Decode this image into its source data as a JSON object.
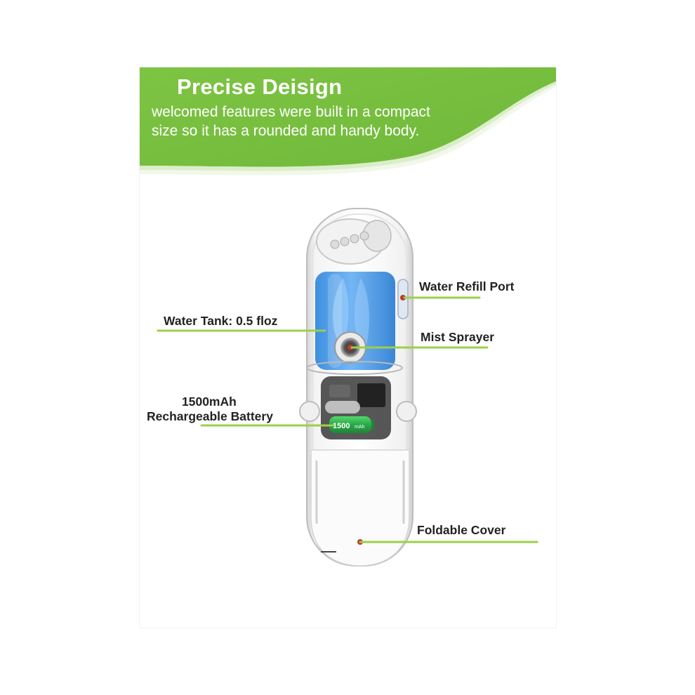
{
  "banner": {
    "title": "Precise Deisign",
    "body": "welcomed features were built in a compact size so it has a rounded and handy body.",
    "color": "#7cc142"
  },
  "callouts": {
    "water_refill_port": "Water Refill Port",
    "water_tank": "Water Tank: 0.5 floz",
    "mist_sprayer": "Mist Sprayer",
    "battery_capacity": "1500mAh",
    "battery_label": "Rechargeable Battery",
    "foldable_cover": "Foldable Cover"
  },
  "battery_print": {
    "capacity": "1500",
    "unit": "mAh"
  },
  "colors": {
    "banner_green": "#7cc142",
    "tank_blue": "#5aa7ee",
    "leader_green": "#9bd04a",
    "marker_red": "#c0392b"
  }
}
